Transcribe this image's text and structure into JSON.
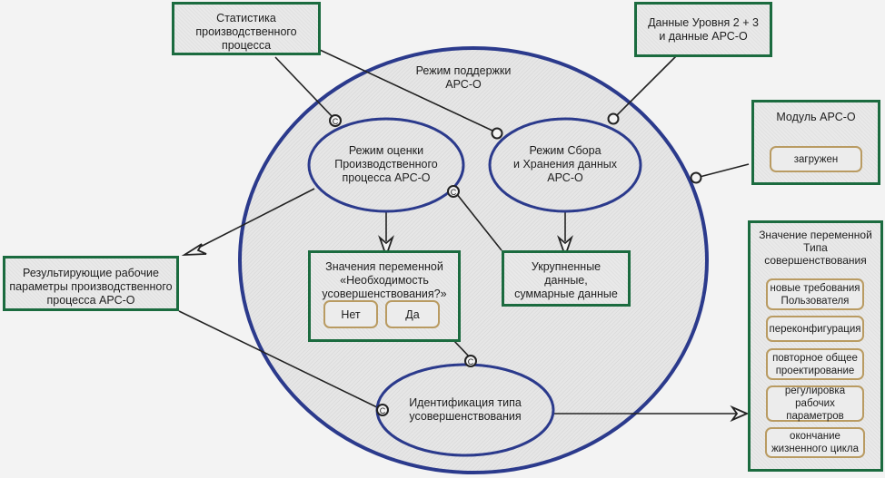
{
  "colors": {
    "box_border": "#1b6b3f",
    "ellipse_stroke": "#2b3a8c",
    "pill_border": "#b99b62",
    "connector": "#222222",
    "background": "#f3f3f3"
  },
  "outer_mode": {
    "label": "Режим поддержки\nАРС-О"
  },
  "ellipses": {
    "evaluation_mode": "Режим оценки\nПроизводственного\nпроцесса АРС-О",
    "collection_mode": "Режим Сбора\nи Хранения данных\nАРС-О",
    "identification": "Идентификация типа\nусовершенствования"
  },
  "boxes": {
    "statistics": "Статистика\nпроизводственного\nпроцесса",
    "level_data": "Данные Уровня 2 + 3\nи данные АРС-О",
    "module": {
      "title": "Модуль АРС-О",
      "state": "загружен"
    },
    "result_params": "Результирующие рабочие\nпараметры производственного\nпроцесса АРС-О",
    "need_improvement": {
      "title": "Значения переменной\n«Необходимость\nусовершенствования?»",
      "options": [
        "Нет",
        "Да"
      ]
    },
    "aggregated": "Укрупненные\nданные,\nсуммарные данные",
    "improvement_type": {
      "title": "Значение переменной\nТипа\nсовершенствования",
      "options": [
        "новые требования\nПользователя",
        "переконфигурация",
        "повторное общее\nпроектирование",
        "регулировка\nрабочих параметров",
        "окончание\nжизненного цикла"
      ]
    }
  },
  "connector_markers": {
    "consume_symbol": "C"
  }
}
